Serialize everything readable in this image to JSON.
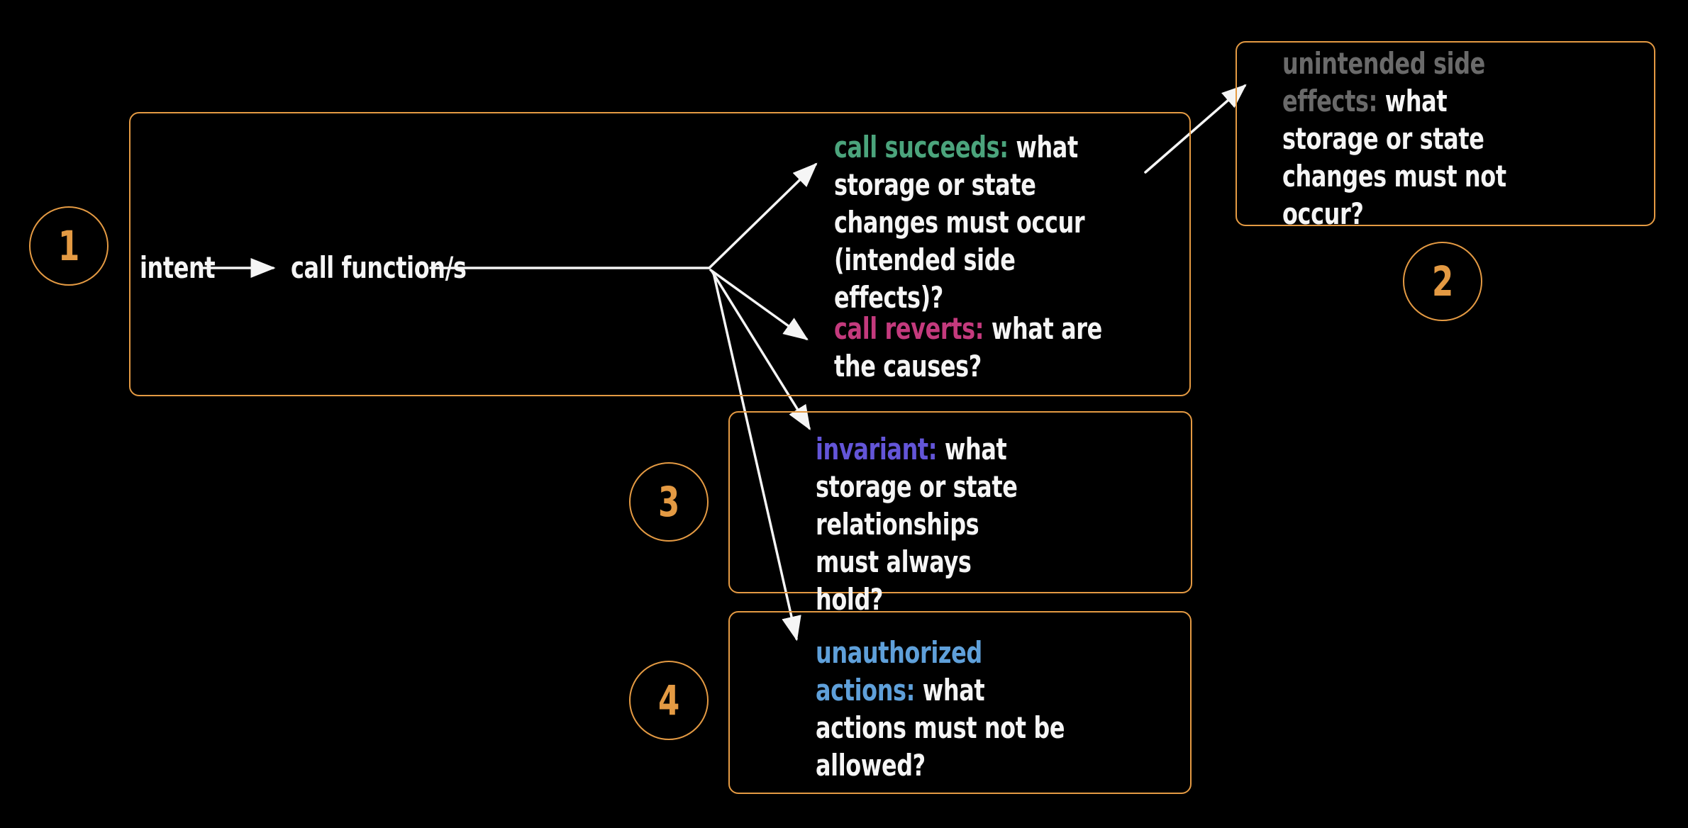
{
  "diagram": {
    "background": "#000000",
    "accent_orange": "#e49a43",
    "text_white": "#f5f5f5",
    "flow": {
      "step_intent": "intent",
      "step_call": "call function/s"
    },
    "badges": {
      "one": "1",
      "two": "2",
      "three": "3",
      "four": "4"
    },
    "callouts": {
      "call_succeeds": {
        "label": "call succeeds:",
        "text": "what storage or state changes must occur (intended side effects)?",
        "color": "#4ba47c"
      },
      "call_reverts": {
        "label": "call reverts:",
        "text": "what are the causes?",
        "color": "#c43a7d"
      },
      "invariant": {
        "label": "invariant:",
        "text": "what storage or state relationships must always hold?",
        "color": "#6355d8"
      },
      "unauthorized_actions": {
        "label": "unauthorized actions:",
        "text": "what actions must not be allowed?",
        "color": "#5fa0da"
      },
      "unintended_side_effects": {
        "label": "unintended side effects:",
        "text": "what storage or state changes must not occur?",
        "color": "#6a6a6a"
      }
    }
  }
}
